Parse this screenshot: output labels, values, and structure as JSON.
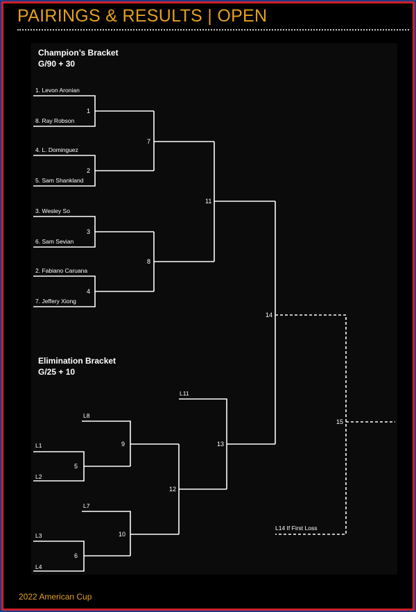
{
  "title": "PAIRINGS & RESULTS | OPEN",
  "footer": "2022 American Cup",
  "champions": {
    "heading": "Champion’s Bracket",
    "time_control": "G/90 + 30",
    "players": [
      "1.  Levon Aronian",
      "8.  Ray Robson",
      "4.  L. Dominguez",
      "5.  Sam Shankland",
      "3.  Wesley So",
      "6.  Sam Sevian",
      "2.  Fabiano Caruana",
      "7.  Jeffery Xiong"
    ],
    "games": {
      "g1": "1",
      "g2": "2",
      "g3": "3",
      "g4": "4",
      "g7": "7",
      "g8": "8",
      "g11": "11",
      "g14": "14"
    }
  },
  "elimination": {
    "heading": "Elimination Bracket",
    "time_control": "G/25 + 10",
    "slots": {
      "l1": "L1",
      "l2": "L2",
      "l3": "L3",
      "l4": "L4",
      "l7": "L7",
      "l8": "L8",
      "l11": "L11",
      "l14": "L14   If First Loss"
    },
    "games": {
      "g5": "5",
      "g6": "6",
      "g9": "9",
      "g10": "10",
      "g12": "12",
      "g13": "13",
      "g15": "15"
    }
  }
}
